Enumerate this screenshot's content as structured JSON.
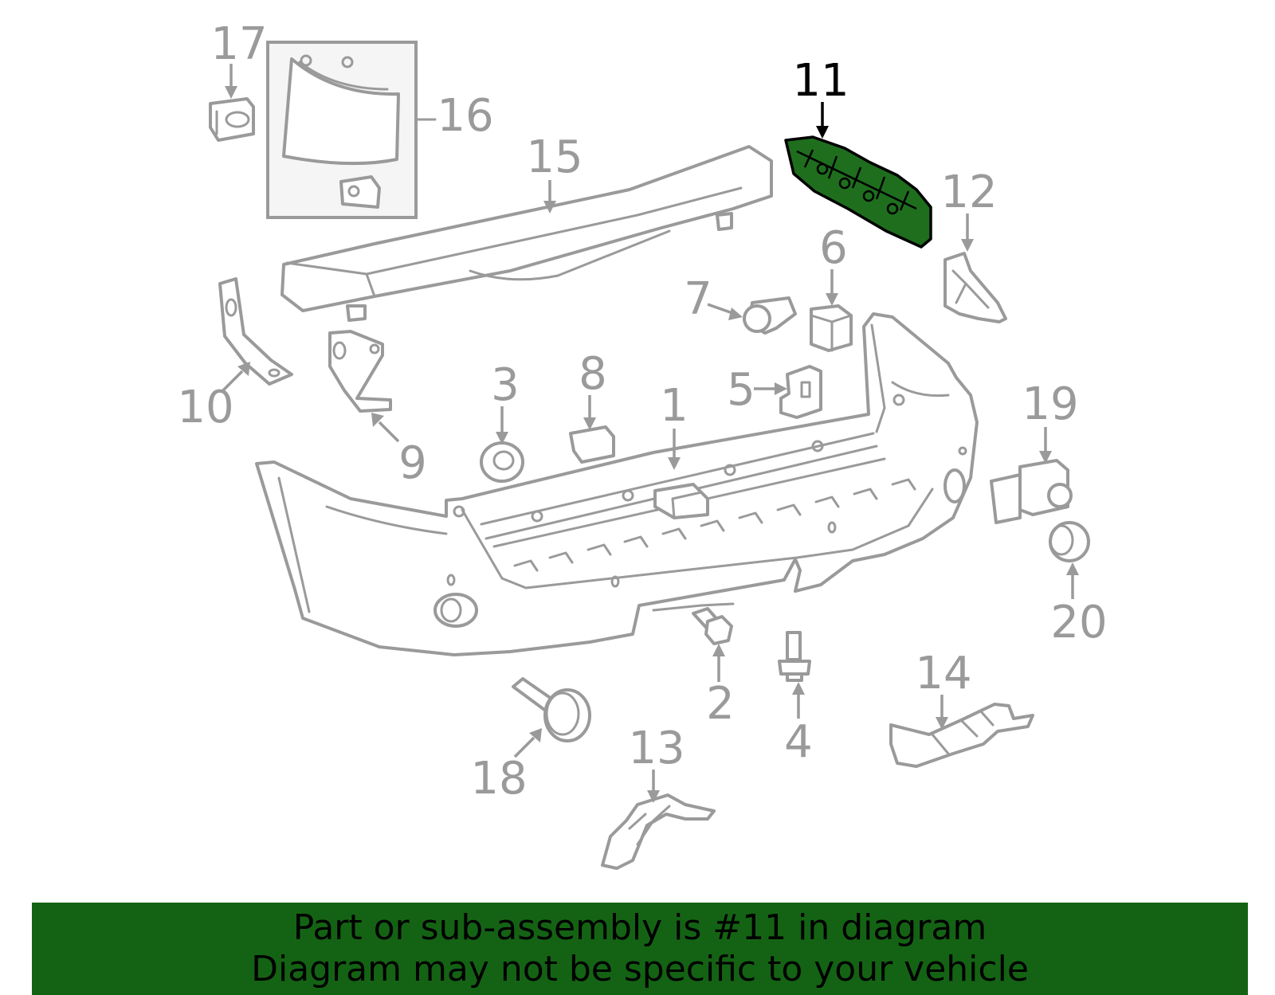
{
  "colors": {
    "part_line": "#9a9a9a",
    "highlight_fill": "#1e6e1e",
    "highlight_line": "#000000",
    "banner_bg": "#146314",
    "banner_text": "#000000",
    "inset_bg": "#f5f5f5"
  },
  "highlighted_part": "11",
  "callouts": [
    {
      "label": "1"
    },
    {
      "label": "2"
    },
    {
      "label": "3"
    },
    {
      "label": "4"
    },
    {
      "label": "5"
    },
    {
      "label": "6"
    },
    {
      "label": "7"
    },
    {
      "label": "8"
    },
    {
      "label": "9"
    },
    {
      "label": "10"
    },
    {
      "label": "11"
    },
    {
      "label": "12"
    },
    {
      "label": "13"
    },
    {
      "label": "14"
    },
    {
      "label": "15"
    },
    {
      "label": "16"
    },
    {
      "label": "17"
    },
    {
      "label": "18"
    },
    {
      "label": "19"
    },
    {
      "label": "20"
    }
  ],
  "footer": {
    "line1": "Part or sub-assembly is #11 in diagram",
    "line2": "Diagram may not be specific to your vehicle"
  }
}
